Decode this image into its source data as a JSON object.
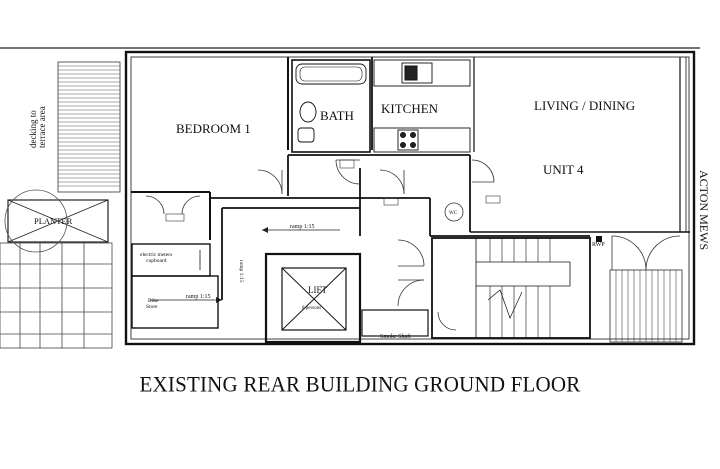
{
  "plan": {
    "rooms": {
      "bedroom": "BEDROOM 1",
      "bath": "BATH",
      "kitchen": "KITCHEN",
      "living_dining": "LIVING / DINING",
      "unit": "UNIT 4"
    },
    "street": "ACTON MEWS",
    "lift": "LIFT",
    "lift_sub": "8 persons",
    "planter": "PLANTER",
    "decking": [
      "decking to",
      "terrace area"
    ],
    "smoke_shaft": "Smoke Shaft",
    "rwp": "RWP",
    "wc": "WC",
    "ramp_a": "ramp 1:15",
    "ramp_b": "ramp 1:15",
    "ramp_c": "ramp 1:15",
    "cupboard": [
      "electric meters",
      "cupboard"
    ],
    "bike_store": [
      "Bike",
      "Store"
    ]
  },
  "caption": "EXISTING REAR BUILDING GROUND FLOOR"
}
